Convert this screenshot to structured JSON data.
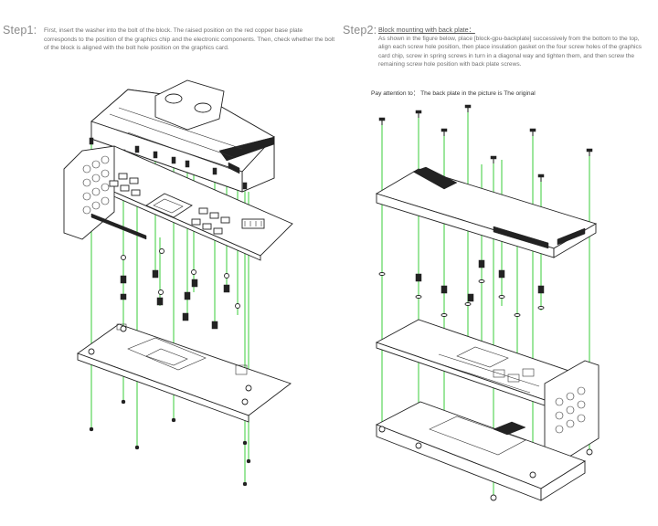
{
  "step1": {
    "label": "Step1:",
    "text": "First, insert the washer into the bolt of the block. The raised position on the red copper base plate corresponds to the position of the graphics chip and the electronic components. Then, check whether the bolt of the block is aligned with the bolt hole position on the graphics card."
  },
  "step2": {
    "label": "Step2:",
    "title": "Block mounting with back plate：",
    "text": "As shown in the figure below, place [block-gpu-backplate] successively from the bottom to the top, align each screw hole position, then place insulation gasket on the four screw holes of the graphics card chip, screw in spring screws in turn in a diagonal way and tighten them, and then screw the remaining screw hole position with back plate screws.",
    "note": "Pay attention to： The back plate in the picture is The original"
  },
  "colors": {
    "guide_line": "#4cd24c",
    "line_art": "#222222"
  }
}
